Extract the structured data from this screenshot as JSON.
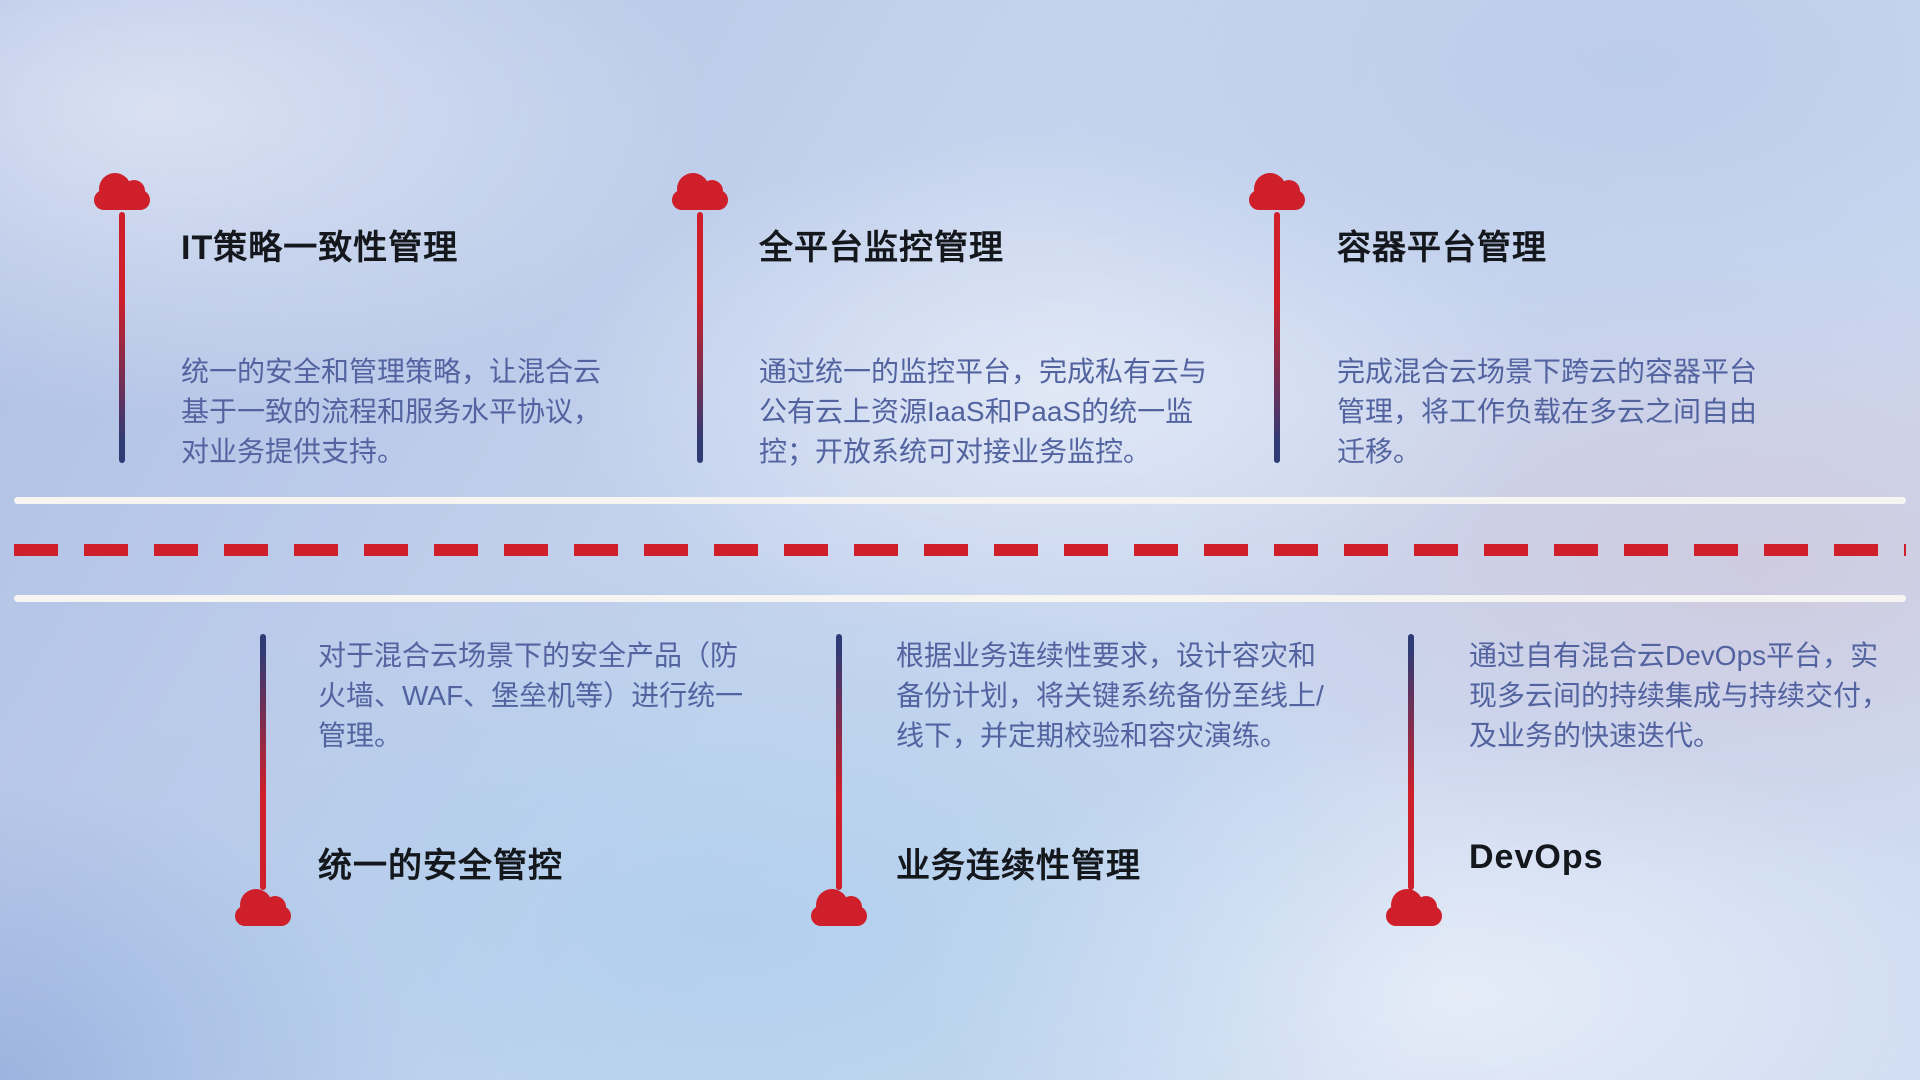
{
  "top_items": [
    {
      "title": "IT策略一致性管理",
      "description": "统一的安全和管理策略，让混合云基于一致的流程和服务水平协议，对业务提供支持。"
    },
    {
      "title": "全平台监控管理",
      "description": "通过统一的监控平台，完成私有云与公有云上资源IaaS和PaaS的统一监控；开放系统可对接业务监控。"
    },
    {
      "title": "容器平台管理",
      "description": "完成混合云场景下跨云的容器平台管理，将工作负载在多云之间自由迁移。"
    }
  ],
  "bottom_items": [
    {
      "title": "统一的安全管控",
      "description": "对于混合云场景下的安全产品（防火墙、WAF、堡垒机等）进行统一管理。"
    },
    {
      "title": "业务连续性管理",
      "description": "根据业务连续性要求，设计容灾和备份计划，将关键系统备份至线上/线下，并定期校验和容灾演练。"
    },
    {
      "title": "DevOps",
      "description": "通过自有混合云DevOps平台，实现多云间的持续集成与持续交付，及业务的快速迭代。"
    }
  ],
  "colors": {
    "accent_red": "#ce1f2a",
    "line_navy": "#2f3b75",
    "road_white": "#f7f5f2",
    "title_text": "#14171c",
    "desc_text": "#5263a0"
  }
}
